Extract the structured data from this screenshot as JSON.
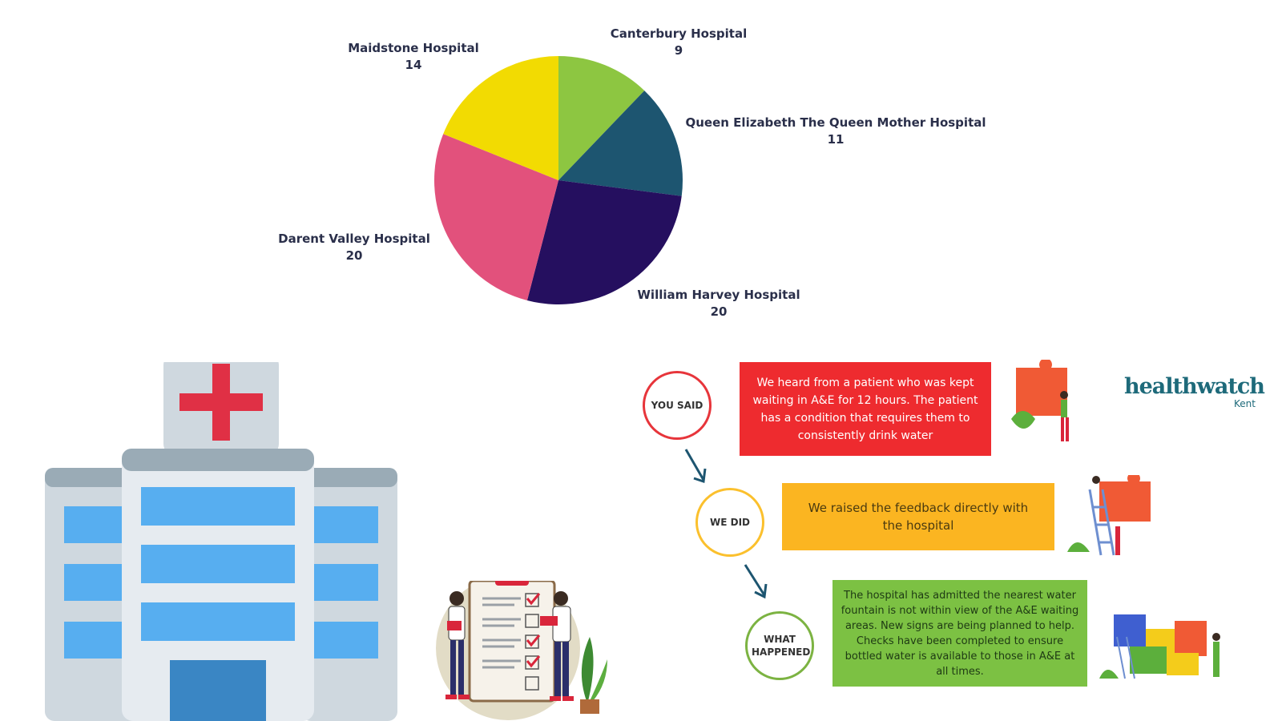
{
  "chart_data": {
    "type": "pie",
    "title": "",
    "start_angle_deg": 0,
    "direction": "clockwise",
    "slices": [
      {
        "label": "Canterbury Hospital",
        "value": 9,
        "color": "#8dc641"
      },
      {
        "label": "Queen Elizabeth The Queen Mother Hospital",
        "value": 11,
        "color": "#1d5570"
      },
      {
        "label": "William Harvey Hospital",
        "value": 20,
        "color": "#250f5f"
      },
      {
        "label": "Darent Valley Hospital",
        "value": 20,
        "color": "#e2517c"
      },
      {
        "label": "Maidstone Hospital",
        "value": 14,
        "color": "#f2db02"
      }
    ]
  },
  "feedback": {
    "you_said": {
      "title": "YOU SAID",
      "text": "We heard from a patient who was kept waiting in A&E for 12 hours. The patient has a condition that requires them to consistently drink water",
      "color": "#ee2b2f",
      "ring_color": "#e7353b"
    },
    "we_did": {
      "title": "WE DID",
      "text": "We raised the feedback directly with the hospital",
      "color": "#fbb521",
      "ring_color": "#fbc02d"
    },
    "what_happened": {
      "title": "WHAT HAPPENED",
      "text": "The hospital has admitted the nearest water fountain is not within view of the A&E waiting areas. New signs are being planned to help. Checks have been completed to ensure bottled water is available to those in A&E at all times.",
      "color": "#7cc143",
      "ring_color": "#7cb342"
    },
    "arrow_color": "#1d5570"
  },
  "logo": {
    "name": "healthwatch",
    "region": "Kent",
    "color": "#1e6a7a"
  },
  "icons": {
    "hospital": "hospital-building-icon",
    "clipboard": "checklist-clipboard-icon"
  }
}
